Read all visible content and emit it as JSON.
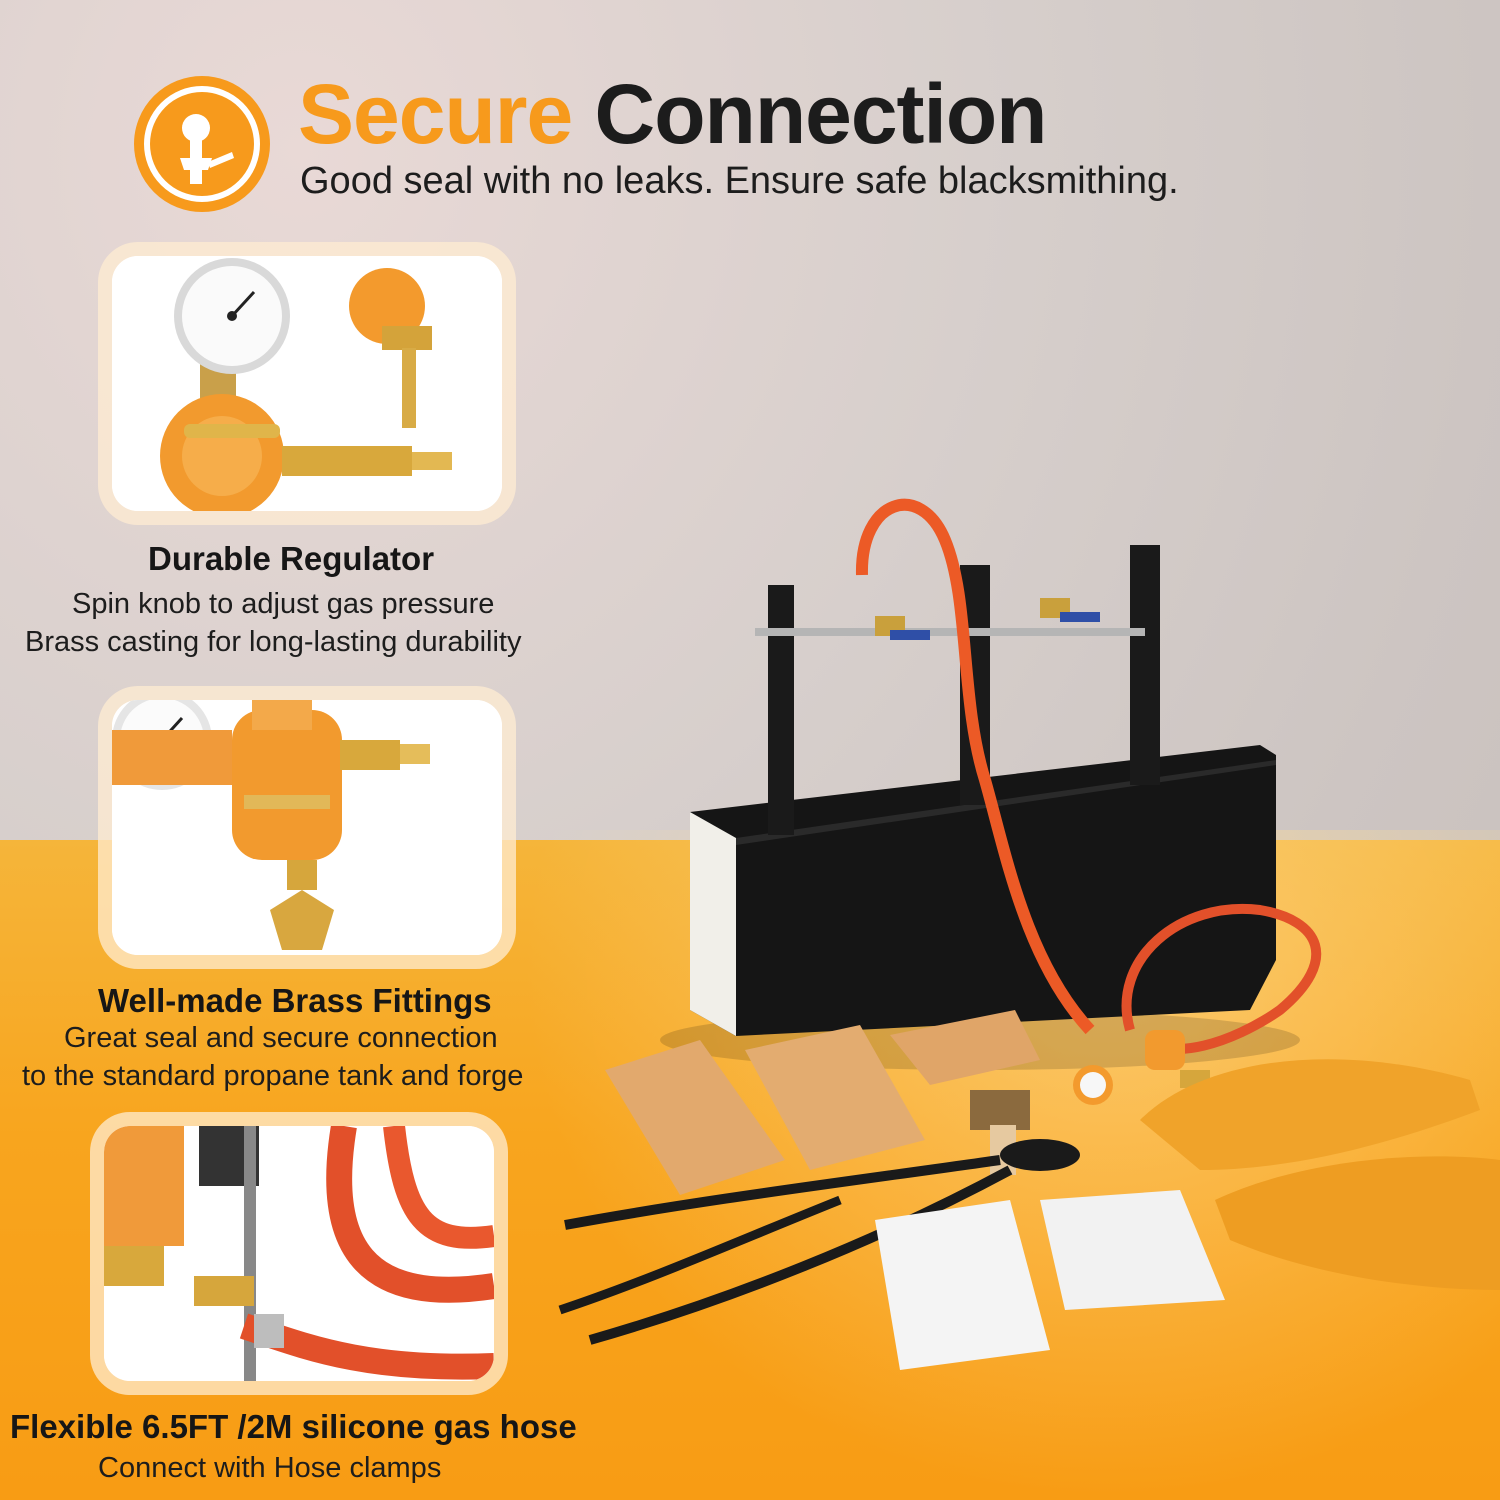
{
  "header": {
    "title_accent": "Secure",
    "title_rest": "Connection",
    "subtitle": "Good seal with no leaks. Ensure safe blacksmithing.",
    "icon": "pipe-connector-icon"
  },
  "features": [
    {
      "title": "Durable Regulator",
      "lines": [
        "Spin knob to adjust gas pressure",
        "Brass casting for long-lasting durability"
      ],
      "image": "regulator-gauge-photo"
    },
    {
      "title": "Well-made Brass Fittings",
      "lines": [
        "Great seal and secure connection",
        "to the standard propane tank and forge"
      ],
      "image": "brass-fitting-photo"
    },
    {
      "title": "Flexible 6.5FT /2M silicone gas hose",
      "lines": [
        "Connect with Hose clamps"
      ],
      "image": "gas-hose-photo"
    }
  ],
  "colors": {
    "accent": "#f79a1c",
    "floor": "#f8a51e",
    "text": "#1c1c1c"
  }
}
